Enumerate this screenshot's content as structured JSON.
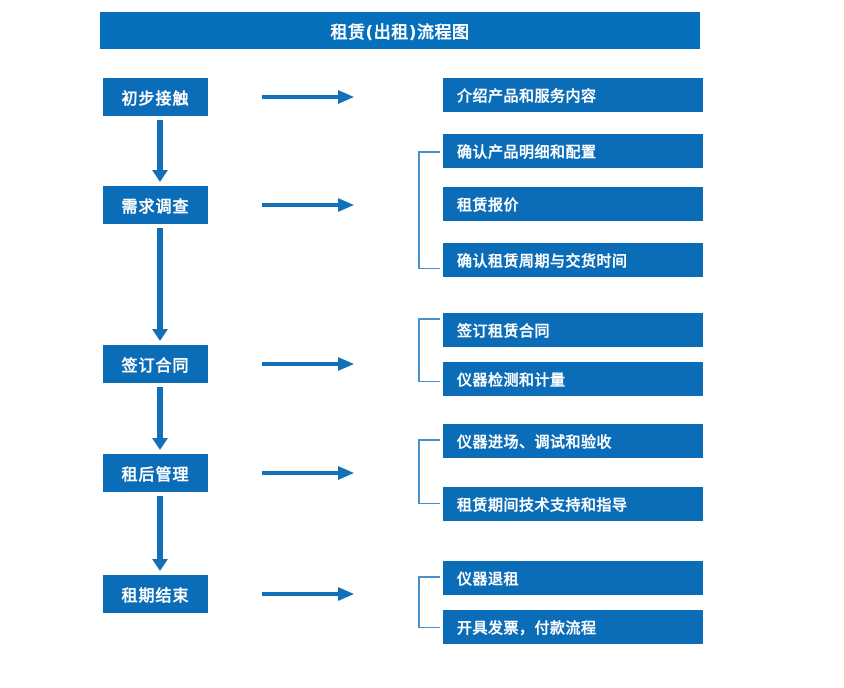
{
  "title": {
    "text": "租赁(出租)流程图",
    "bg_color": "#0670BC",
    "text_color": "#ffffff"
  },
  "theme": {
    "box_color": "#0B6CB8",
    "arrow_color": "#1170B8",
    "bracket_color": "#4A8FC7",
    "page_background": "#ffffff"
  },
  "stages": [
    {
      "label": "初步接触"
    },
    {
      "label": "需求调查"
    },
    {
      "label": "签订合同"
    },
    {
      "label": "租后管理"
    },
    {
      "label": "租期结束"
    }
  ],
  "details": [
    {
      "label": "介绍产品和服务内容"
    },
    {
      "label": "确认产品明细和配置"
    },
    {
      "label": "租赁报价"
    },
    {
      "label": "确认租赁周期与交货时间"
    },
    {
      "label": "签订租赁合同"
    },
    {
      "label": "仪器检测和计量"
    },
    {
      "label": "仪器进场、调试和验收"
    },
    {
      "label": "租赁期间技术支持和指导"
    },
    {
      "label": "仪器退租"
    },
    {
      "label": "开具发票，付款流程"
    }
  ],
  "flow": {
    "stage_to_detail_arrows": 5,
    "stage_to_stage_arrows": 4,
    "group_brackets": 4
  }
}
